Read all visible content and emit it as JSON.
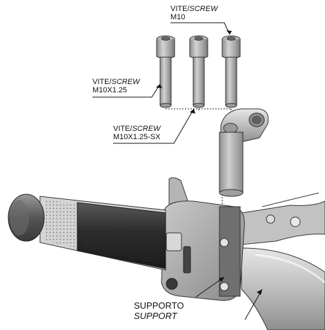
{
  "labels": {
    "screw_m10": {
      "line1_a": "VITE/",
      "line1_b": "SCREW",
      "line2": "M10"
    },
    "screw_m10x125": {
      "line1_a": "VITE/",
      "line1_b": "SCREW",
      "line2": "M10X1.25"
    },
    "screw_m10x125_sx": {
      "line1_a": "VITE/",
      "line1_b": "SCREW",
      "line2": "M10X1.25-SX"
    },
    "support": {
      "line1": "SUPPORTO",
      "line2": "SUPPORT"
    }
  }
}
